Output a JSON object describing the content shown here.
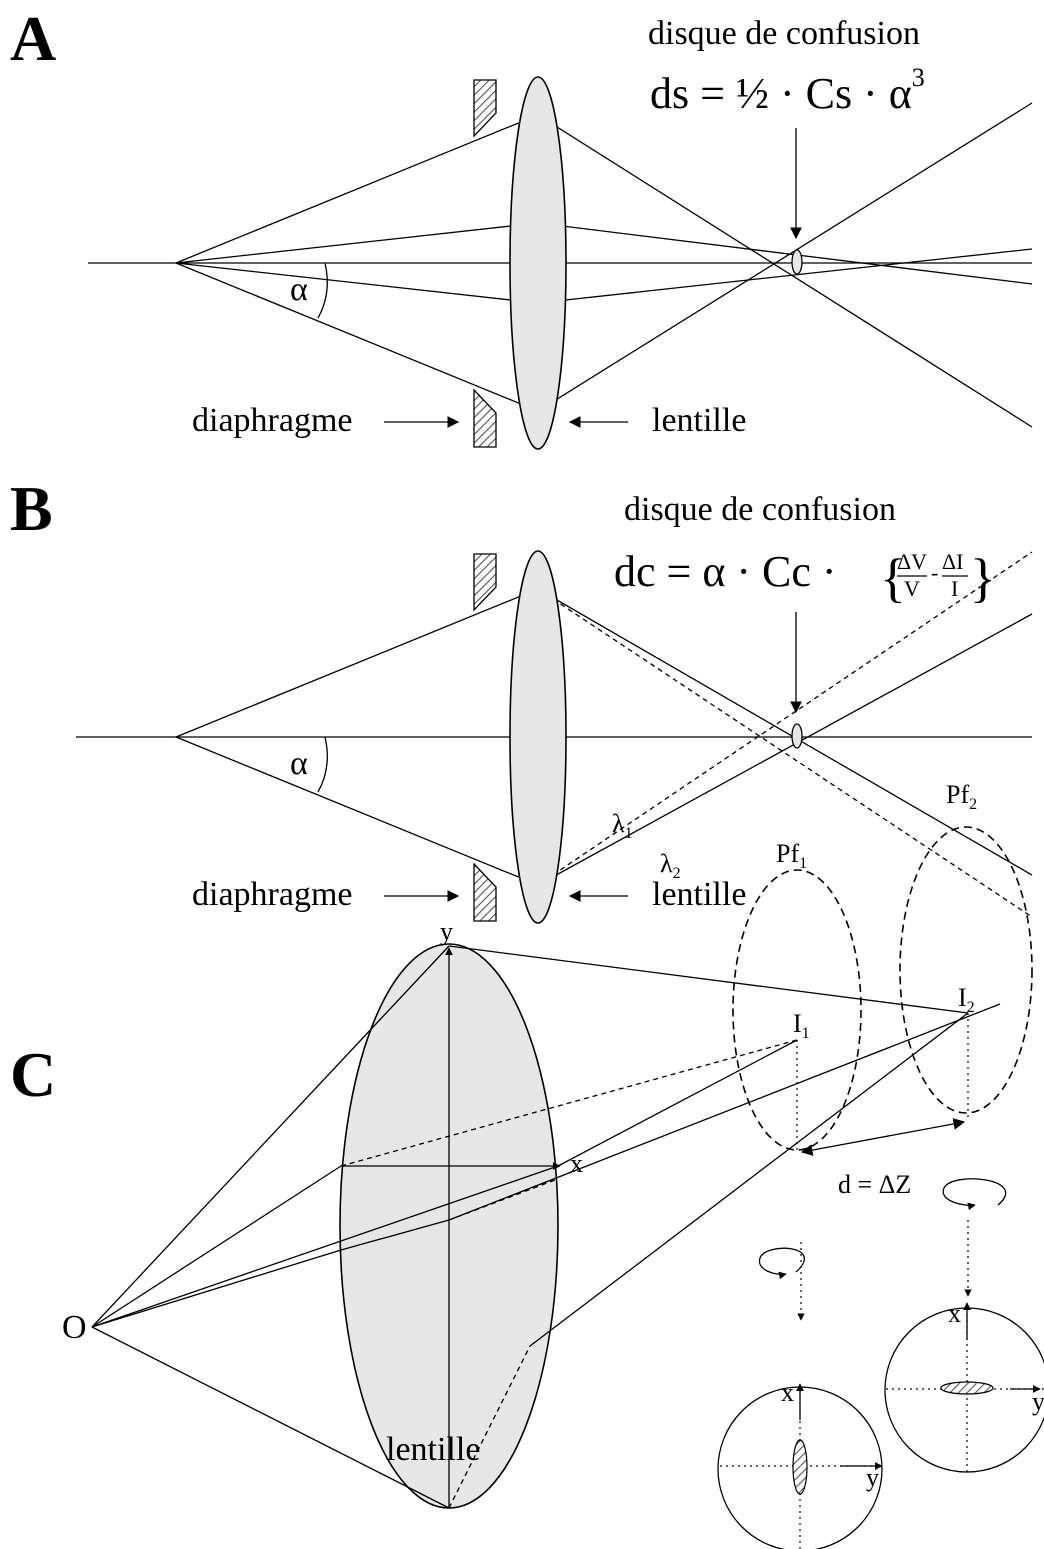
{
  "panels": {
    "A": {
      "letter": "A",
      "disc_title": "disque de confusion",
      "formula_main": "ds = ½ · Cs · α",
      "formula_exp": "3",
      "alpha": "α",
      "diaphragm": "diaphragme",
      "lens": "lentille"
    },
    "B": {
      "letter": "B",
      "disc_title": "disque de confusion",
      "formula_main": "dc = α · Cc ·",
      "frac1_num": "ΔV",
      "frac1_den": "V",
      "frac_op": "-",
      "frac2_num": "ΔI",
      "frac2_den": "I",
      "brace_open": "{",
      "brace_close": "}",
      "alpha": "α",
      "lambda1": "λ",
      "lambda1_sub": "1",
      "lambda2": "λ",
      "lambda2_sub": "2",
      "diaphragm": "diaphragme",
      "lens": "lentille"
    },
    "C": {
      "letter": "C",
      "origin": "O",
      "axis_y": "y",
      "axis_x": "x",
      "lens": "lentille",
      "pf1": "Pf",
      "pf1_sub": "1",
      "pf2": "Pf",
      "pf2_sub": "2",
      "i1": "I",
      "i1_sub": "1",
      "i2": "I",
      "i2_sub": "2",
      "distance": "d = ΔZ",
      "view1_x": "x",
      "view1_y": "y",
      "view2_x": "x",
      "view2_y": "y"
    }
  }
}
